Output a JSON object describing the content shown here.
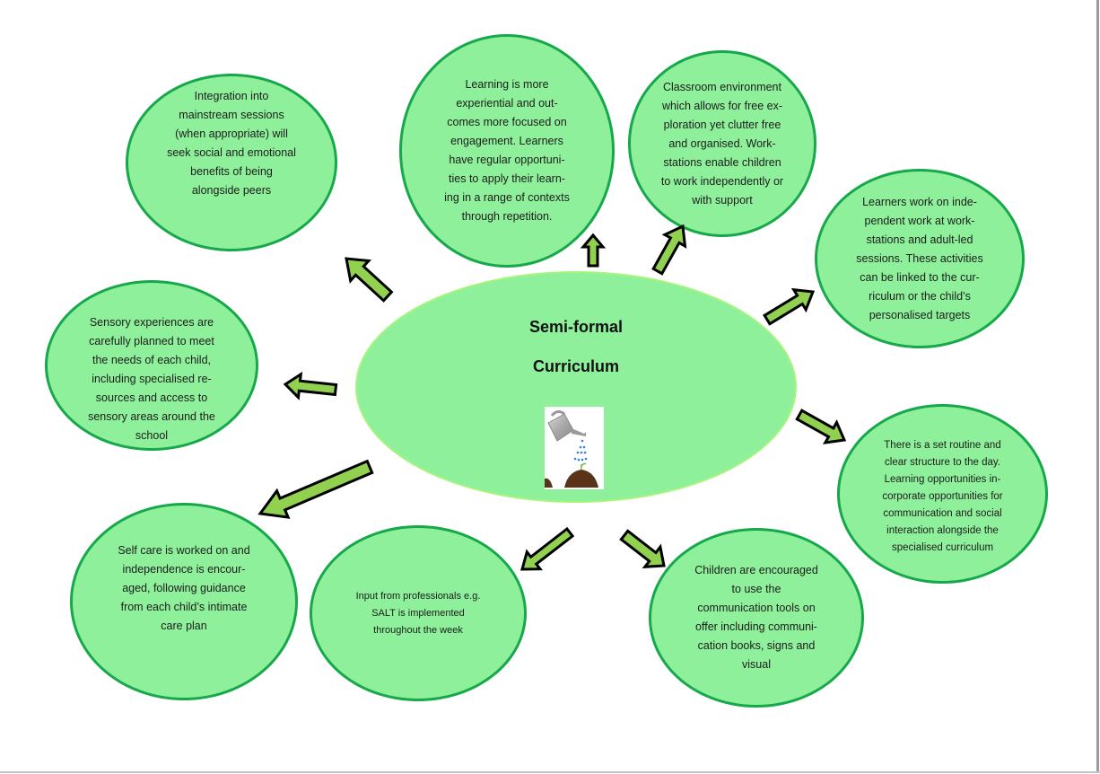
{
  "diagram": {
    "center": {
      "title_line1": "Semi-formal",
      "title_line2": "Curriculum",
      "image": "watering-can-seedling-image"
    },
    "nodes": [
      {
        "id": "integration",
        "lines": [
          "Integration into",
          "mainstream sessions",
          "(when appropriate) will",
          "seek social and emotional",
          "benefits of being",
          "alongside peers"
        ]
      },
      {
        "id": "experiential",
        "lines": [
          "Learning is more",
          "experiential and out-",
          "comes more focused on",
          "engagement. Learners",
          "have regular opportuni-",
          "ties to apply their learn-",
          "ing in a range of contexts",
          "through repetition."
        ]
      },
      {
        "id": "classroom",
        "lines": [
          "Classroom environment",
          "which allows for free ex-",
          "ploration yet clutter free",
          "and organised. Work-",
          "stations enable children",
          "to work independently or",
          "with support"
        ]
      },
      {
        "id": "workstations",
        "lines": [
          "Learners work on inde-",
          "pendent work at work-",
          "stations and adult-led",
          "sessions. These activities",
          "can be linked to the cur-",
          "riculum or the child’s",
          "personalised targets"
        ]
      },
      {
        "id": "sensory",
        "lines": [
          "Sensory experiences are",
          "carefully planned to meet",
          "the needs of each child,",
          "including specialised re-",
          "sources and access to",
          "sensory areas around the",
          "school"
        ]
      },
      {
        "id": "routine",
        "lines": [
          "There is a set routine and",
          "clear structure to the day.",
          "Learning opportunities in-",
          "corporate opportunities for",
          "communication and social",
          "interaction alongside the",
          "specialised curriculum"
        ]
      },
      {
        "id": "selfcare",
        "lines": [
          "Self care is worked on and",
          "independence is encour-",
          "aged, following guidance",
          "from each child’s intimate",
          "care plan"
        ]
      },
      {
        "id": "professionals",
        "lines": [
          "Input from professionals e.g.",
          "SALT is implemented",
          "throughout the week"
        ]
      },
      {
        "id": "communication",
        "lines": [
          "Children are encouraged",
          "to use the",
          "communication tools on",
          "offer including communi-",
          "cation books, signs and",
          "visual"
        ]
      }
    ],
    "colors": {
      "bubble_fill": "#8ef09a",
      "bubble_border": "#16a84a",
      "center_border": "#a8f57e",
      "arrow_fill": "#92d050",
      "arrow_stroke": "#000000"
    }
  }
}
